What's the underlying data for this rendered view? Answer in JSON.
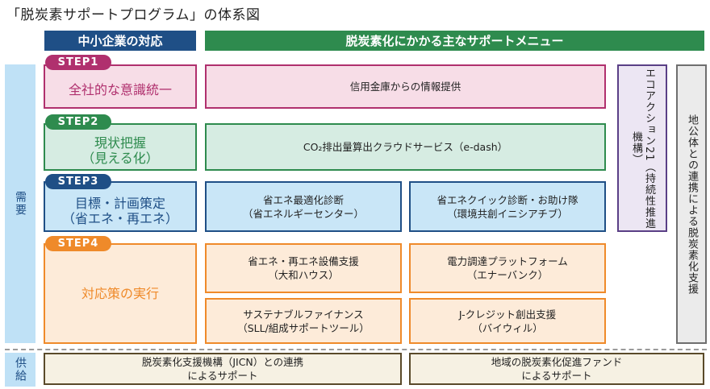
{
  "title": "「脱炭素サポートプログラム」の体系図",
  "headers": {
    "left": "中小企業の対応",
    "right": "脱炭素化にかかる主なサポートメニュー"
  },
  "sidebar": {
    "demand": "需要",
    "supply": "供給"
  },
  "steps": [
    {
      "label": "STEP1",
      "action": "全社的な意識統一",
      "menus": [
        "信用金庫からの情報提供"
      ]
    },
    {
      "label": "STEP2",
      "action": "現状把握\n（見える化）",
      "menus": [
        "CO₂排出量算出クラウドサービス（e-dash）"
      ]
    },
    {
      "label": "STEP3",
      "action": "目標・計画策定\n（省エネ・再エネ）",
      "menus": [
        "省エネ最適化診断\n（省エネルギーセンター）",
        "省エネクイック診断・お助け隊\n（環境共創イニシアチブ）"
      ]
    },
    {
      "label": "STEP4",
      "action": "対応策の実行",
      "menus": [
        "省エネ・再エネ設備支援\n（大和ハウス）",
        "電力調達プラットフォーム\n（エナーバンク）",
        "サステナブルファイナンス\n（SLL/組成サポートツール）",
        "J-クレジット創出支援\n（バイウィル）"
      ]
    }
  ],
  "side_panels": {
    "eco_action": "エコアクション21（持続性推進機構）",
    "local_gov": "地公体との連携による脱炭素化支援"
  },
  "supply": [
    "脱炭素化支援機構（JICN）との連携\nによるサポート",
    "地域の脱炭素化促進ファンド\nによるサポート"
  ],
  "colors": {
    "navy": "#1f4f86",
    "green": "#2e8b4e",
    "magenta": "#b0306e",
    "orange": "#ef8a2a",
    "purple": "#5a3f86",
    "gray": "#6f6f6f"
  }
}
